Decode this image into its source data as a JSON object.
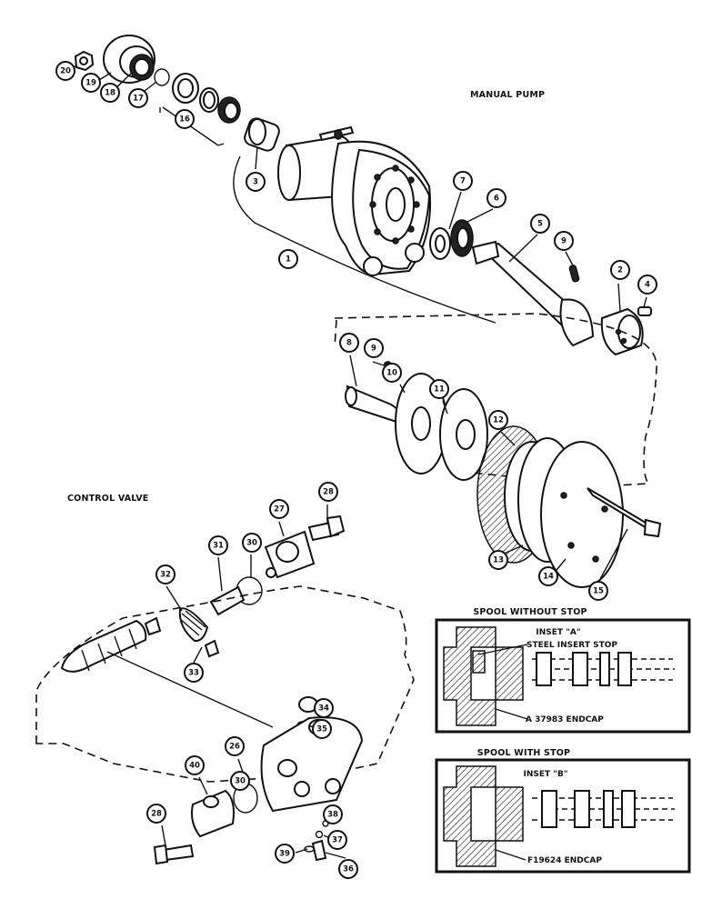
{
  "titles": {
    "manual_pump": "MANUAL PUMP",
    "control_valve": "CONTROL VALVE"
  },
  "insets": [
    {
      "heading": "SPOOL WITHOUT STOP",
      "label": "INSET \"A\"",
      "callout_stop": "STEEL INSERT STOP",
      "callout_endcap": "A 37983 ENDCAP"
    },
    {
      "heading": "SPOOL WITH STOP",
      "label": "INSET \"B\"",
      "callout_endcap": "F19624 ENDCAP"
    }
  ],
  "parts": [
    "1",
    "2",
    "3",
    "4",
    "5",
    "6",
    "7",
    "8",
    "9",
    "10",
    "11",
    "12",
    "13",
    "14",
    "15",
    "16",
    "17",
    "18",
    "19",
    "20",
    "26",
    "27",
    "28",
    "30",
    "31",
    "32",
    "33",
    "34",
    "35",
    "36",
    "37",
    "38",
    "39",
    "40"
  ],
  "balloons": [
    {
      "n": "20",
      "k": "p20"
    },
    {
      "n": "19",
      "k": "p19"
    },
    {
      "n": "18",
      "k": "p18"
    },
    {
      "n": "17",
      "k": "p17"
    },
    {
      "n": "16",
      "k": "p16"
    },
    {
      "n": "3",
      "k": "p3"
    },
    {
      "n": "1",
      "k": "p1"
    },
    {
      "n": "7",
      "k": "p7"
    },
    {
      "n": "6",
      "k": "p6"
    },
    {
      "n": "5",
      "k": "p5"
    },
    {
      "n": "9",
      "k": "p9a"
    },
    {
      "n": "2",
      "k": "p2"
    },
    {
      "n": "4",
      "k": "p4"
    },
    {
      "n": "8",
      "k": "p8"
    },
    {
      "n": "9",
      "k": "p9b"
    },
    {
      "n": "10",
      "k": "p10"
    },
    {
      "n": "11",
      "k": "p11"
    },
    {
      "n": "12",
      "k": "p12"
    },
    {
      "n": "13",
      "k": "p13"
    },
    {
      "n": "14",
      "k": "p14"
    },
    {
      "n": "15",
      "k": "p15"
    },
    {
      "n": "28",
      "k": "p28a"
    },
    {
      "n": "27",
      "k": "p27"
    },
    {
      "n": "30",
      "k": "p30a"
    },
    {
      "n": "31",
      "k": "p31"
    },
    {
      "n": "32",
      "k": "p32"
    },
    {
      "n": "33",
      "k": "p33"
    },
    {
      "n": "34",
      "k": "p34"
    },
    {
      "n": "35",
      "k": "p35"
    },
    {
      "n": "26",
      "k": "p26"
    },
    {
      "n": "30",
      "k": "p30b"
    },
    {
      "n": "40",
      "k": "p40"
    },
    {
      "n": "28",
      "k": "p28b"
    },
    {
      "n": "38",
      "k": "p38"
    },
    {
      "n": "37",
      "k": "p37"
    },
    {
      "n": "39",
      "k": "p39"
    },
    {
      "n": "36",
      "k": "p36"
    }
  ]
}
